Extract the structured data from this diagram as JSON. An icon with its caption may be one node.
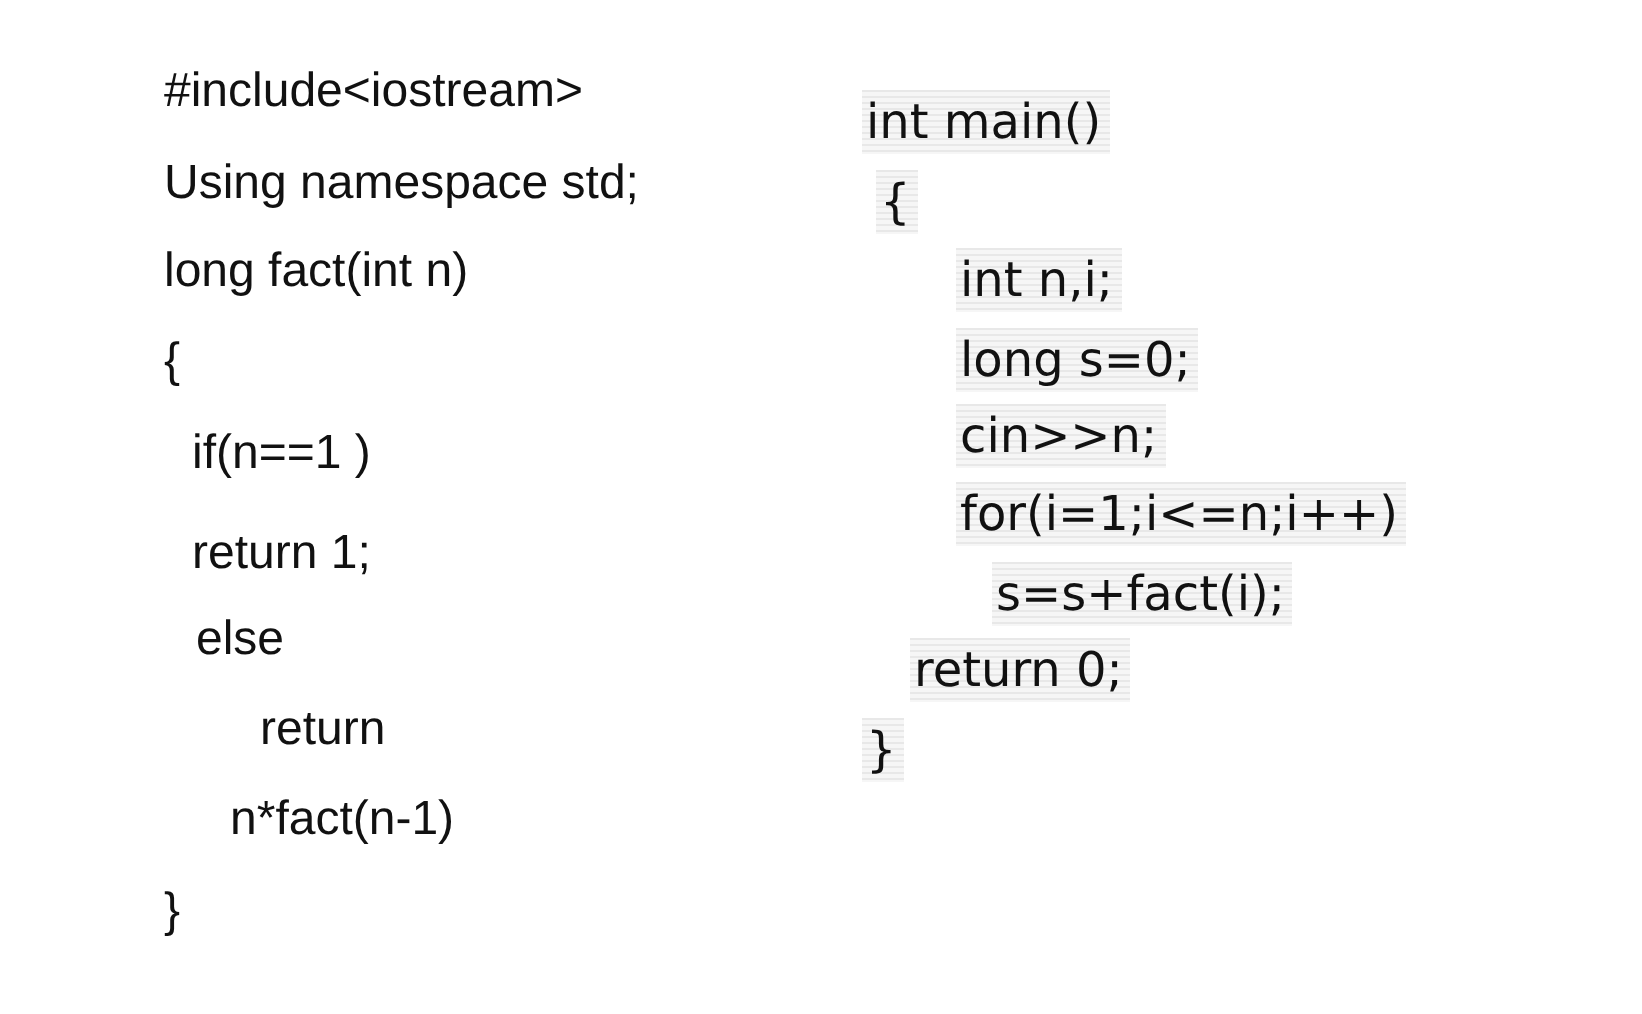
{
  "diagram": {
    "labels": [
      "#include<iostream>",
      "Using namespace std;",
      "long fact(int n)",
      "{",
      "if(n==1 )",
      "return 1;",
      "else",
      "return",
      "n*fact(n-1)",
      "}",
      "int main()",
      "{",
      "int n,i;",
      "long s=0;",
      "cin>>n;",
      "for(i=1;i<=n;i++)",
      "s=s+fact(i);",
      "return 0;",
      "}"
    ]
  }
}
